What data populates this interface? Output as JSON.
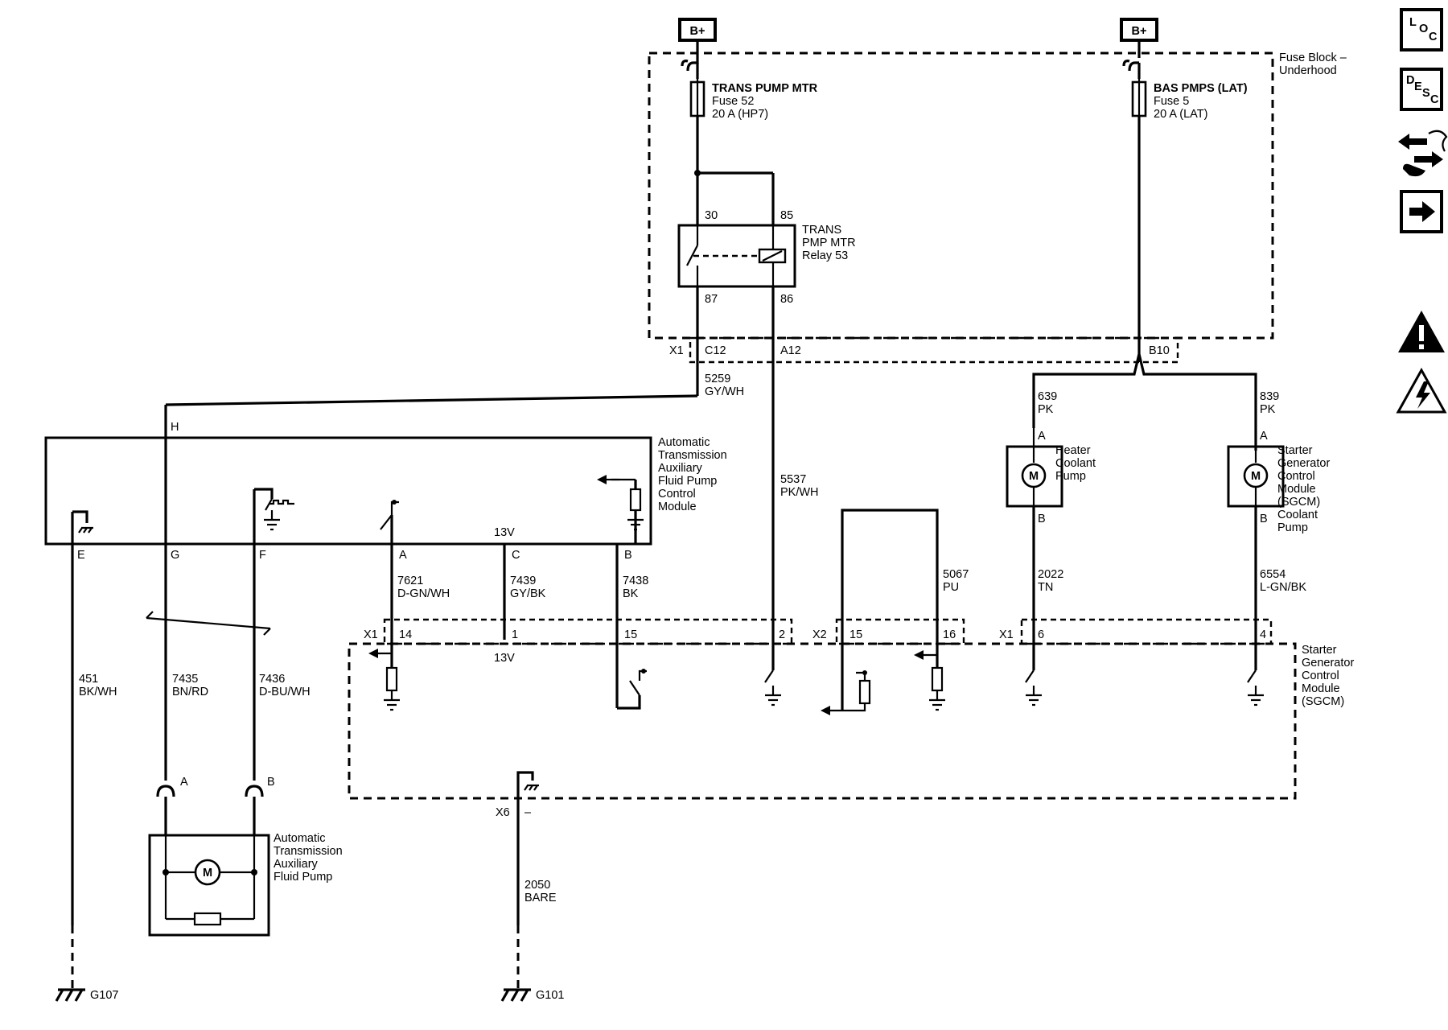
{
  "power_sources": [
    "B+",
    "B+"
  ],
  "fuse_block": {
    "title_line1": "Fuse Block –",
    "title_line2": "Underhood",
    "fuse52": {
      "line1": "TRANS PUMP MTR",
      "line2": "Fuse 52",
      "line3": "20 A (HP7)"
    },
    "fuse5": {
      "line1": "BAS PMPS (LAT)",
      "line2": "Fuse 5",
      "line3": "20 A (LAT)"
    },
    "relay": {
      "line1": "TRANS",
      "line2": "PMP MTR",
      "line3": "Relay 53",
      "pin30": "30",
      "pin85": "85",
      "pin87": "87",
      "pin86": "86"
    },
    "connector_x1": "X1",
    "cavity_c12": "C12",
    "cavity_a12": "A12",
    "cavity_b10": "B10"
  },
  "wires": {
    "w5259": {
      "num": "5259",
      "color": "GY/WH"
    },
    "w5537": {
      "num": "5537",
      "color": "PK/WH"
    },
    "w639": {
      "num": "639",
      "color": "PK"
    },
    "w839": {
      "num": "839",
      "color": "PK"
    },
    "w7621": {
      "num": "7621",
      "color": "D-GN/WH"
    },
    "w7439": {
      "num": "7439",
      "color": "GY/BK"
    },
    "w7438": {
      "num": "7438",
      "color": "BK"
    },
    "w5067": {
      "num": "5067",
      "color": "PU"
    },
    "w2022": {
      "num": "2022",
      "color": "TN"
    },
    "w6554": {
      "num": "6554",
      "color": "L-GN/BK"
    },
    "w451": {
      "num": "451",
      "color": "BK/WH"
    },
    "w7435": {
      "num": "7435",
      "color": "BN/RD"
    },
    "w7436": {
      "num": "7436",
      "color": "D-BU/WH"
    },
    "w2050": {
      "num": "2050",
      "color": "BARE"
    }
  },
  "aux_module": {
    "lines": [
      "Automatic",
      "Transmission",
      "Auxiliary",
      "Fluid Pump",
      "Control",
      "Module"
    ],
    "pins": {
      "E": "E",
      "G": "G",
      "F": "F",
      "A": "A",
      "C": "C",
      "B": "B",
      "H": "H"
    },
    "voltage": "13V"
  },
  "heater_pump": {
    "lines": [
      "Heater",
      "Coolant",
      "Pump"
    ],
    "pinA": "A",
    "pinB": "B",
    "motor": "M"
  },
  "sgcm_pump": {
    "lines": [
      "Starter",
      "Generator",
      "Control",
      "Module",
      "(SGCM)",
      "Coolant",
      "Pump"
    ],
    "pinA": "A",
    "pinB": "B",
    "motor": "M"
  },
  "sgcm": {
    "lines": [
      "Starter",
      "Generator",
      "Control",
      "Module",
      "(SGCM)"
    ],
    "x1": "X1",
    "x1_14": "14",
    "x1_1": "1",
    "x1_15": "15",
    "x1_2": "2",
    "x2": "X2",
    "x2_15": "15",
    "x2_16": "16",
    "x1b": "X1",
    "x1_6": "6",
    "x1_4": "4",
    "x6": "X6",
    "x6_pin": "–",
    "voltage": "13V"
  },
  "fluid_pump": {
    "lines": [
      "Automatic",
      "Transmission",
      "Auxiliary",
      "Fluid Pump"
    ],
    "pinA": "A",
    "pinB": "B",
    "motor": "M"
  },
  "grounds": {
    "g107": "G107",
    "g101": "G101"
  },
  "side_icons": [
    "loc-icon",
    "desc-icon",
    "wrench-arrows-icon",
    "next-arrow-icon",
    "warning-icon",
    "electrical-hazard-icon"
  ],
  "side_icon_text": {
    "loc": [
      "L",
      "O",
      "C"
    ],
    "desc": [
      "D",
      "E",
      "S",
      "C"
    ]
  }
}
